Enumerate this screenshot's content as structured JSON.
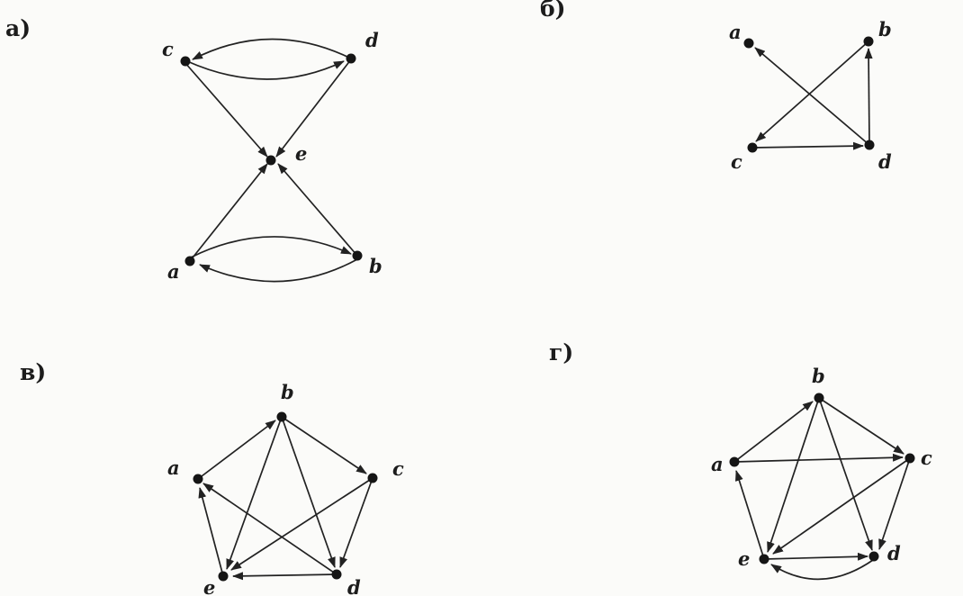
{
  "panels": {
    "a": {
      "label": "а)",
      "nodes": {
        "a": "a",
        "b": "b",
        "c": "c",
        "d": "d",
        "e": "e"
      },
      "edges": [
        [
          "c",
          "d"
        ],
        [
          "d",
          "c"
        ],
        [
          "c",
          "e"
        ],
        [
          "d",
          "e"
        ],
        [
          "a",
          "e"
        ],
        [
          "b",
          "e"
        ],
        [
          "a",
          "b"
        ],
        [
          "b",
          "a"
        ]
      ]
    },
    "b": {
      "label": "б)",
      "nodes": {
        "a": "a",
        "b": "b",
        "c": "c",
        "d": "d"
      },
      "edges": [
        [
          "b",
          "c"
        ],
        [
          "d",
          "a"
        ],
        [
          "c",
          "d"
        ],
        [
          "d",
          "b"
        ]
      ]
    },
    "v": {
      "label": "в)",
      "nodes": {
        "a": "a",
        "b": "b",
        "c": "c",
        "d": "d",
        "e": "e"
      },
      "edges": [
        [
          "a",
          "b"
        ],
        [
          "b",
          "c"
        ],
        [
          "b",
          "e"
        ],
        [
          "b",
          "d"
        ],
        [
          "c",
          "e"
        ],
        [
          "c",
          "d"
        ],
        [
          "d",
          "a"
        ],
        [
          "d",
          "e"
        ],
        [
          "e",
          "a"
        ]
      ]
    },
    "g": {
      "label": "г)",
      "nodes": {
        "a": "a",
        "b": "b",
        "c": "c",
        "d": "d",
        "e": "e"
      },
      "edges": [
        [
          "a",
          "b"
        ],
        [
          "a",
          "c"
        ],
        [
          "b",
          "c"
        ],
        [
          "b",
          "e"
        ],
        [
          "b",
          "d"
        ],
        [
          "c",
          "e"
        ],
        [
          "c",
          "d"
        ],
        [
          "e",
          "d"
        ],
        [
          "d",
          "e"
        ],
        [
          "e",
          "a"
        ]
      ]
    }
  }
}
